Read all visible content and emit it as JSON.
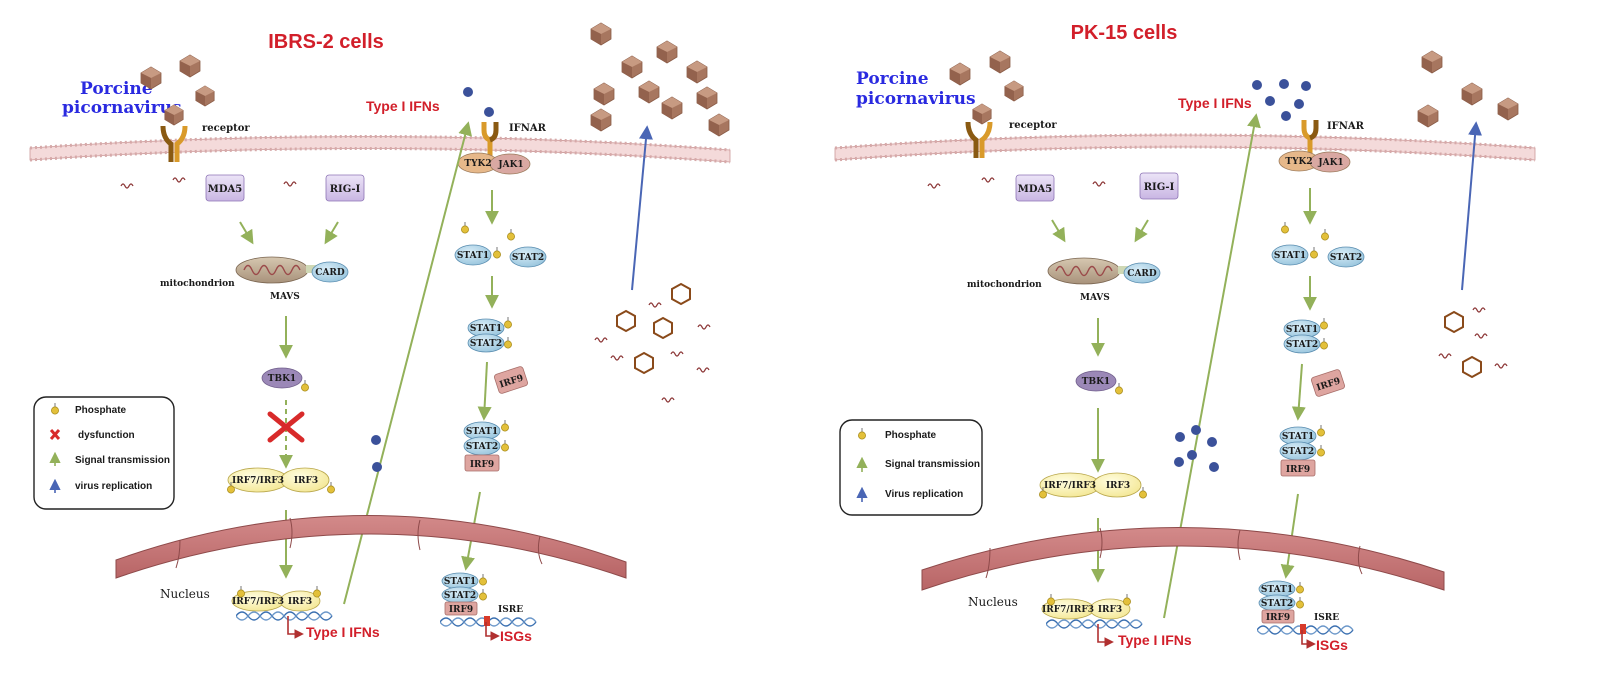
{
  "panels": [
    {
      "title": "IBRS-2 cells",
      "virus_line1": "Porcine",
      "virus_line2": "picornavirus",
      "receptor": "receptor",
      "ifns_top": "Type I IFNs",
      "ifnar": "IFNAR",
      "tyk2": "TYK2",
      "jak1": "JAK1",
      "mda5": "MDA5",
      "rigi": "RIG-I",
      "mitochondrion": "mitochondrion",
      "card": "CARD",
      "mavs": "MAVS",
      "tbk1": "TBK1",
      "irf7irf3": "IRF7/IRF3",
      "irf3": "IRF3",
      "stat1": "STAT1",
      "stat2": "STAT2",
      "irf9": "IRF9",
      "nucleus": "Nucleus",
      "isre": "ISRE",
      "ifns_bottom": "Type I IFNs",
      "isgs": "ISGs",
      "legend": [
        {
          "icon": "phosphate-icon",
          "label": "Phosphate"
        },
        {
          "icon": "dysfunction-icon",
          "label": "dysfunction"
        },
        {
          "icon": "green-arrow-icon",
          "label": "Signal transmission"
        },
        {
          "icon": "blue-arrow-icon",
          "label": "virus replication"
        }
      ]
    },
    {
      "title": "PK-15 cells",
      "virus_line1": "Porcine",
      "virus_line2": "picornavirus",
      "receptor": "receptor",
      "ifns_top": "Type I IFNs",
      "ifnar": "IFNAR",
      "tyk2": "TYK2",
      "jak1": "JAK1",
      "mda5": "MDA5",
      "rigi": "RIG-I",
      "mitochondrion": "mitochondrion",
      "card": "CARD",
      "mavs": "MAVS",
      "tbk1": "TBK1",
      "irf7irf3": "IRF7/IRF3",
      "irf3": "IRF3",
      "stat1": "STAT1",
      "stat2": "STAT2",
      "irf9": "IRF9",
      "nucleus": "Nucleus",
      "isre": "ISRE",
      "ifns_bottom": "Type I IFNs",
      "isgs": "ISGs",
      "legend": [
        {
          "icon": "phosphate-icon",
          "label": "Phosphate"
        },
        {
          "icon": "green-arrow-icon",
          "label": "Signal transmission"
        },
        {
          "icon": "blue-arrow-icon",
          "label": "Virus replication"
        }
      ]
    }
  ],
  "colors": {
    "title_red": "#d21f2a",
    "virus_blue": "#2a2ae0",
    "arrow_green": "#93b15a",
    "arrow_blue": "#4a66b5",
    "virion_brown": "#a7765f",
    "ifn_dot": "#3b519a",
    "phosphate_yellow": "#e3c03a",
    "membrane_pink": "#e9c6c6",
    "nucleus_red": "#c47778"
  }
}
